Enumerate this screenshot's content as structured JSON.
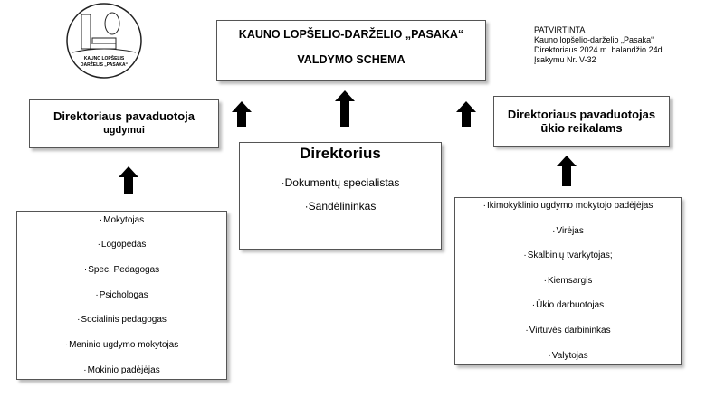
{
  "logo": {
    "text": "KAUNO LOPŠELIS DARŽELIS „PASAKA“"
  },
  "approval": {
    "lines": [
      "PATVIRTINTA",
      "Kauno lopšelio-darželio „Pasaka“",
      "Direktoriaus 2024 m. balandžio 24d.",
      "Įsakymu Nr. V-32"
    ]
  },
  "title": {
    "line1": "KAUNO LOPŠELIO-DARŽELIO „PASAKA“",
    "line2": "VALDYMO SCHEMA"
  },
  "left_deputy": {
    "line1": "Direktoriaus pavaduotoja",
    "line2": "ugdymui"
  },
  "right_deputy": {
    "line1": "Direktoriaus pavaduotojas",
    "line2": "ūkio reikalams"
  },
  "director": {
    "title": "Direktorius",
    "items": [
      "Dokumentų specialistas",
      "Sandėlininkas"
    ]
  },
  "left_list": [
    "Mokytojas",
    "Logopedas",
    "Spec. Pedagogas",
    "Psichologas",
    "Socialinis pedagogas",
    "Meninio ugdymo mokytojas",
    "Mokinio padėjėjas"
  ],
  "right_list": [
    "Ikimokyklinio ugdymo mokytojo padėjėjas",
    "Virėjas",
    "Skalbinių tvarkytojas;",
    "Kiemsargis",
    "Ūkio darbuotojas",
    "Virtuvės darbininkas",
    "Valytojas"
  ]
}
